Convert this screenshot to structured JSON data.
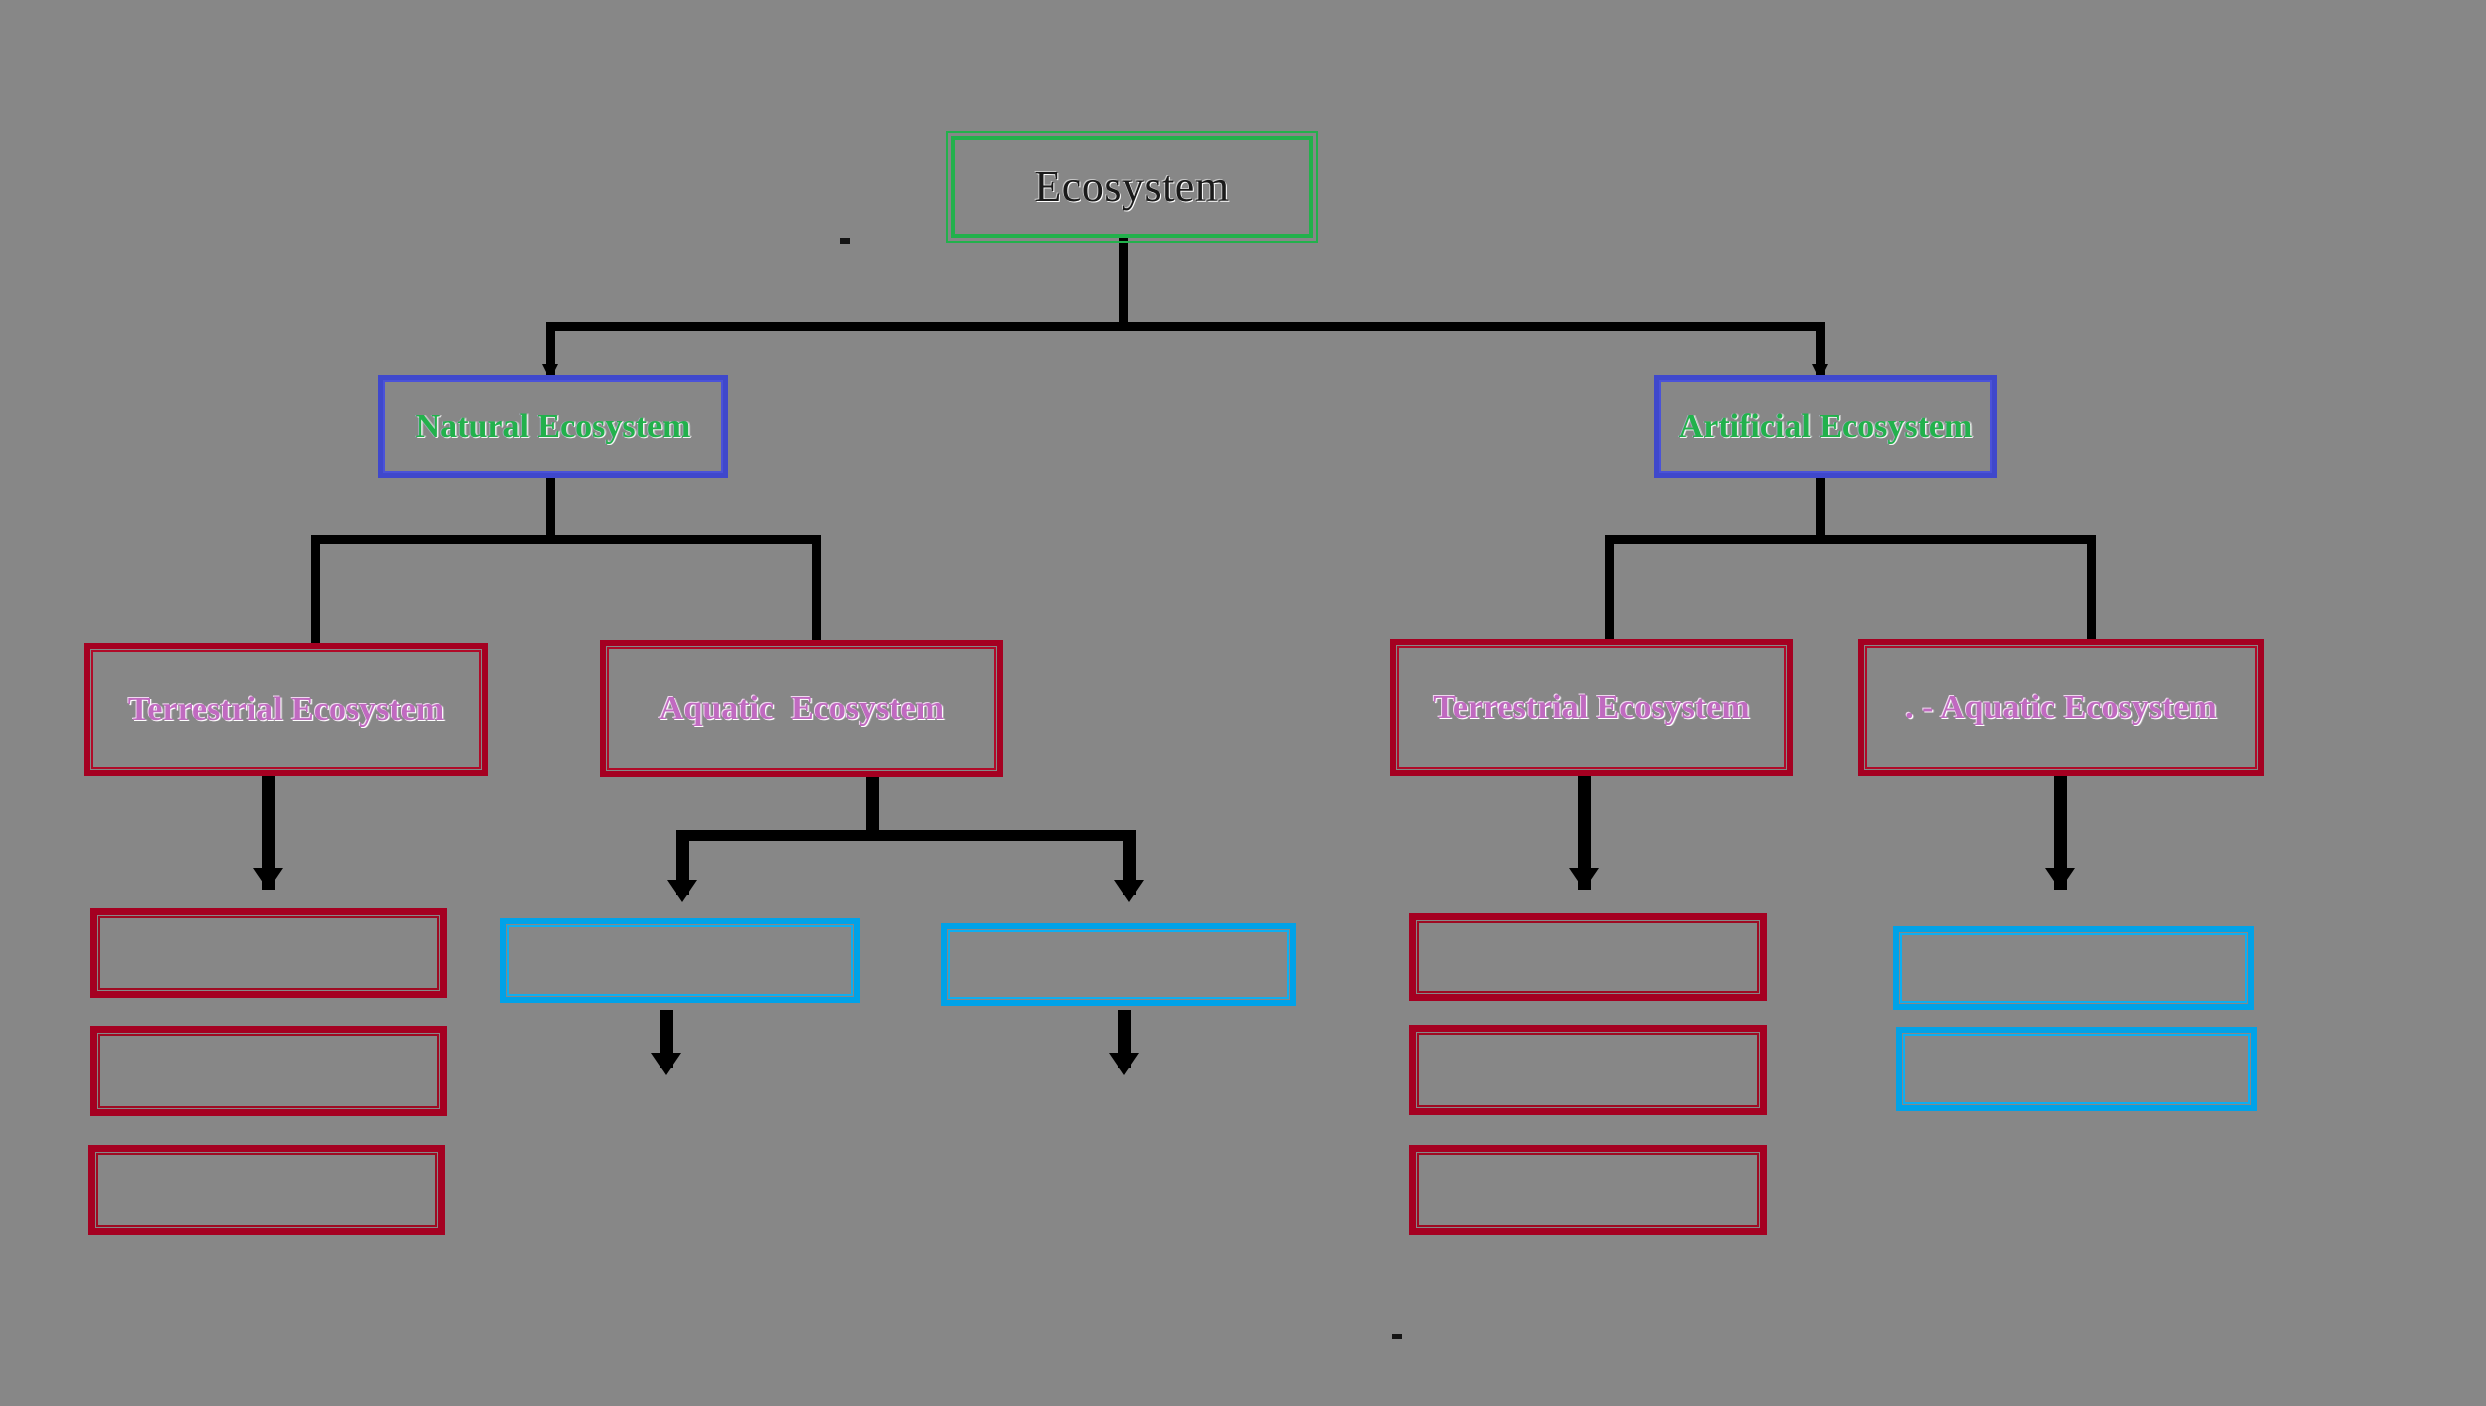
{
  "diagram": {
    "title": "Ecosystem classification hierarchy",
    "background_color": "#878787",
    "colors": {
      "root_border": "#22b14c",
      "level2_border": "#3f48cc",
      "level2_text": "#22b14c",
      "level3_border": "#a50021",
      "level3_text": "#c06ac0",
      "leaf_red_border": "#a50021",
      "leaf_cyan_border": "#00a2e8",
      "connector": "#000000",
      "root_text": "#1a1a1a"
    },
    "nodes": {
      "root": {
        "label": "Ecosystem"
      },
      "natural": {
        "label": "Natural Ecosystem"
      },
      "artificial": {
        "label": "Artificial Ecosystem"
      },
      "natural_terrestrial": {
        "label": "Terrestrial Ecosystem"
      },
      "natural_aquatic": {
        "label": "Aquatic  Ecosystem"
      },
      "artificial_terrestrial": {
        "label": "Terrestrial Ecosystem"
      },
      "artificial_aquatic": {
        "label": ". - Aquatic Ecosystem"
      }
    },
    "leaves": {
      "natural_terrestrial_children": [
        "",
        "",
        ""
      ],
      "natural_aquatic_children": [
        "",
        ""
      ],
      "artificial_terrestrial_children": [
        "",
        "",
        ""
      ],
      "artificial_aquatic_children": [
        "",
        ""
      ]
    }
  }
}
